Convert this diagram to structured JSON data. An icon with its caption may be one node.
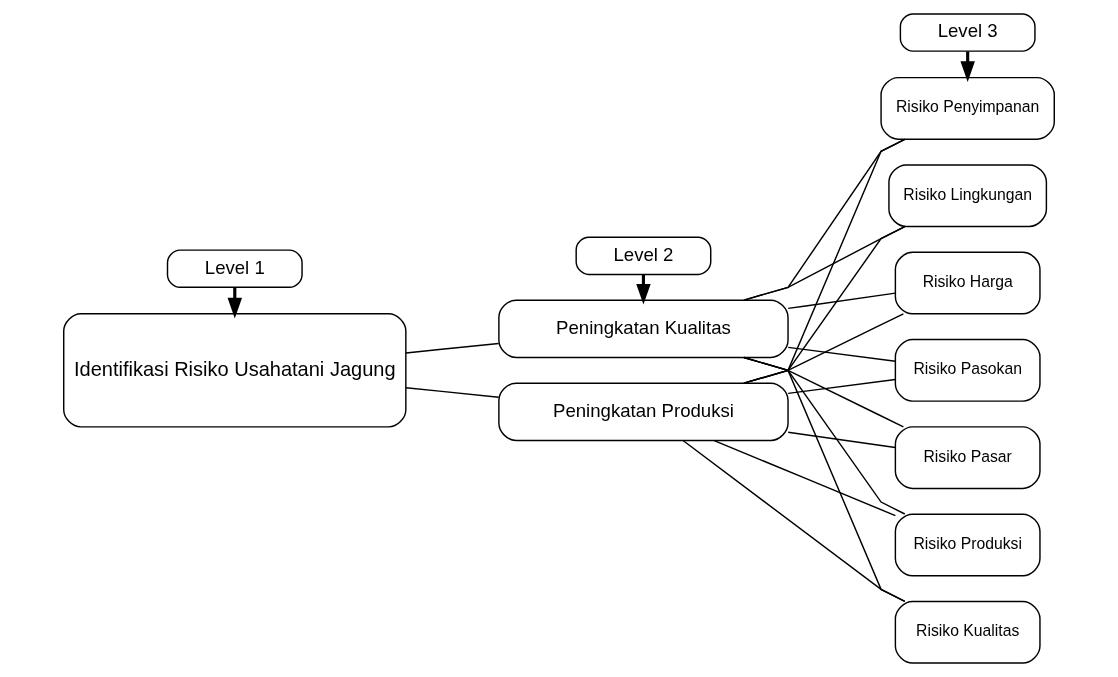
{
  "diagram": {
    "nodes": [
      {
        "text": [
          "Identifikasi Risiko Usahatani Jagung"
        ]
      },
      {
        "text": [
          "Peningkatan Produksi"
        ]
      },
      {
        "text": [
          "Peningkatan Kualitas"
        ]
      },
      {
        "text": [
          "Risiko Lingkungan"
        ]
      },
      {
        "text": [
          "Risiko Harga"
        ]
      },
      {
        "text": [
          "Risiko Pasokan"
        ]
      },
      {
        "text": [
          "Risiko Pasar"
        ]
      },
      {
        "text": [
          "Risiko Produksi"
        ]
      },
      {
        "text": [
          "Risiko Kualitas"
        ]
      },
      {
        "text": [
          "Risiko Penyimpanan"
        ]
      },
      {
        "text": [
          "Level 1"
        ]
      },
      {
        "text": [
          "Level 2"
        ]
      },
      {
        "text": [
          "Level 3"
        ]
      }
    ],
    "edges": [
      {
        "from": 0,
        "to": 1,
        "arrow": "none"
      },
      {
        "from": 0,
        "to": 2,
        "arrow": "none"
      },
      {
        "from": 1,
        "to": 3,
        "arrow": "none"
      },
      {
        "from": 1,
        "to": 4,
        "arrow": "none"
      },
      {
        "from": 1,
        "to": 5,
        "arrow": "none"
      },
      {
        "from": 1,
        "to": 6,
        "arrow": "none"
      },
      {
        "from": 1,
        "to": 7,
        "arrow": "none"
      },
      {
        "from": 1,
        "to": 8,
        "arrow": "none"
      },
      {
        "from": 1,
        "to": 9,
        "arrow": "none"
      },
      {
        "from": 2,
        "to": 3,
        "arrow": "none"
      },
      {
        "from": 2,
        "to": 4,
        "arrow": "none"
      },
      {
        "from": 2,
        "to": 5,
        "arrow": "none"
      },
      {
        "from": 2,
        "to": 6,
        "arrow": "none"
      },
      {
        "from": 2,
        "to": 7,
        "arrow": "none"
      },
      {
        "from": 2,
        "to": 8,
        "arrow": "none"
      },
      {
        "from": 2,
        "to": 9,
        "arrow": "none"
      },
      {
        "from": 10,
        "to": 0,
        "arrow": "to",
        "style": "thick"
      },
      {
        "from": 11,
        "to": 2,
        "arrow": "to",
        "style": "thick"
      },
      {
        "from": 12,
        "to": 9,
        "arrow": "to",
        "style": "thick"
      }
    ]
  }
}
